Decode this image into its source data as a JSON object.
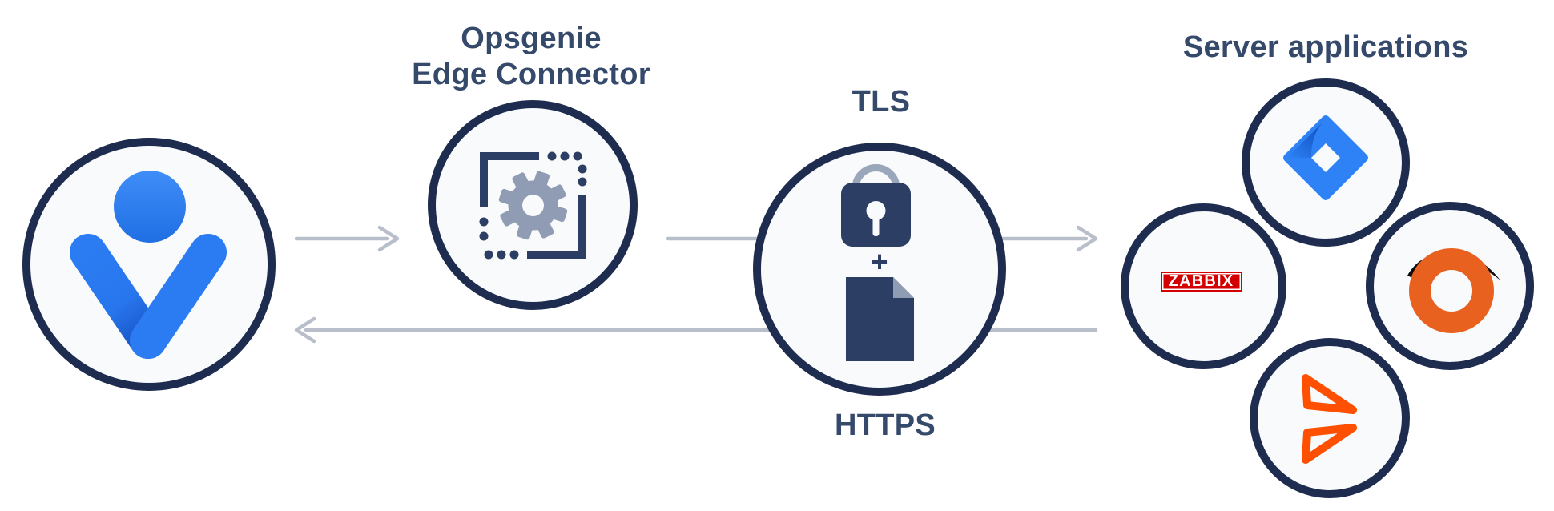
{
  "colors": {
    "canvas_bg": "#ffffff",
    "circle_fill": "#f8fafb",
    "circle_border": "#1e2c50",
    "text_navy": "#35496b",
    "icon_navy": "#2c3e63",
    "icon_gray": "#8f9cb3",
    "steel_gray": "#9aa6ba",
    "arrow_gray": "#b9bfca",
    "zabbix_red": "#d40000",
    "opsview_orange": "#e9611f",
    "eyebrow_black": "#0d0d0d",
    "bmc_orange": "#fe5000",
    "jira_blue": "#2e82f6",
    "jira_blue_dark": "#0c49b8",
    "opsgenie_blue": "#2b7cf2",
    "opsgenie_blue_dark": "#1550c0"
  },
  "nodes": {
    "user": {
      "icon": "opsgenie-user-icon"
    },
    "edge_connector": {
      "label_line1": "Opsgenie",
      "label_line2": "Edge Connector",
      "icon": "edge-connector-gear-icon"
    },
    "secure_channel": {
      "label_top": "TLS",
      "plus": "+",
      "label_bottom": "HTTPS",
      "icons": [
        "lock-icon",
        "document-icon"
      ]
    },
    "server_applications": {
      "title": "Server applications",
      "apps": [
        {
          "icon": "jira-logo"
        },
        {
          "icon": "zabbix-logo",
          "text": "ZABBIX"
        },
        {
          "icon": "opsview-logo"
        },
        {
          "icon": "bmc-logo"
        }
      ]
    }
  },
  "connections": [
    {
      "from": "user",
      "to": "edge_connector",
      "type": "arrow-right"
    },
    {
      "from": "edge_connector",
      "to": "secure_channel",
      "type": "line"
    },
    {
      "from": "secure_channel",
      "to": "server_applications",
      "type": "arrow-right"
    },
    {
      "from": "server_applications",
      "to": "user",
      "type": "arrow-left"
    }
  ]
}
